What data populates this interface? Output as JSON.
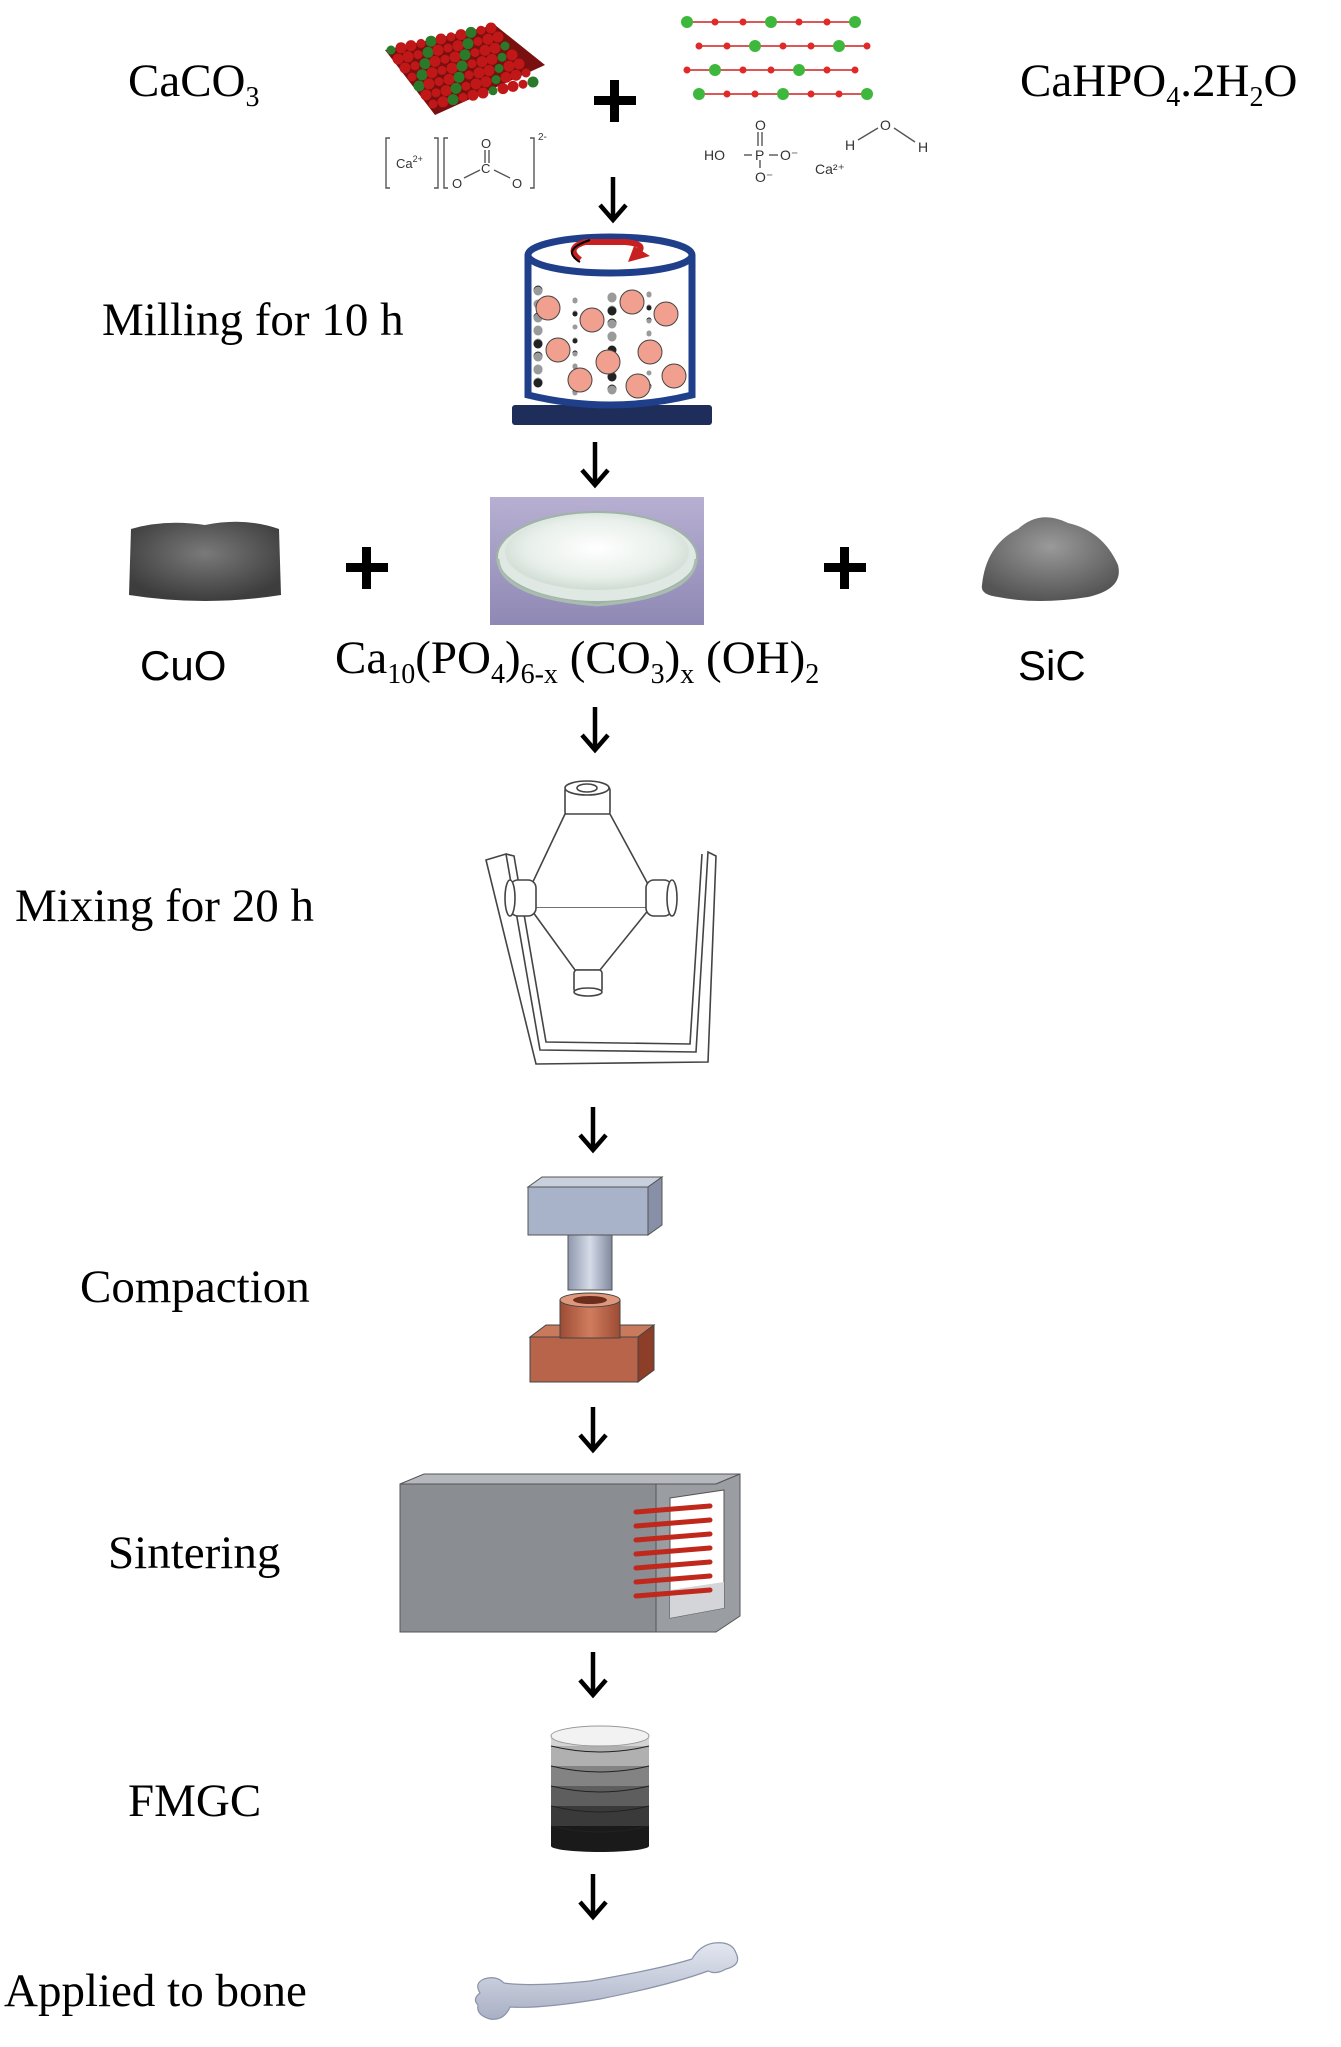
{
  "reactants": {
    "left": {
      "base": "CaCO",
      "sub1": "3"
    },
    "right": {
      "p1": "CaHPO",
      "s1": "4",
      "p2": ".2H",
      "s2": "2",
      "p3": "O"
    },
    "ion_ca": "Ca",
    "ion_ca_charge": "2+",
    "ion_carbonate_charge": "2-",
    "hydrogen_phosphate_left": "HO",
    "phosphorus": "P",
    "oxygen": "O",
    "oxygen_minus": "O⁻",
    "hydrogen": "H",
    "water_oxygen": "O",
    "carbonate_carbon": "C",
    "ca_ion_small": "Ca²⁺"
  },
  "steps": {
    "milling": "Milling for 10 h",
    "mixing": "Mixing for 20 h",
    "compaction": "Compaction",
    "sintering": "Sintering",
    "fmgc": "FMGC",
    "applied": "Applied to bone"
  },
  "additives": {
    "cuo": "CuO",
    "sic": "SiC"
  },
  "product": {
    "t1": "Ca",
    "s1": "10",
    "t2": "(PO",
    "s2": "4",
    "t3": ")",
    "s3": "6-x",
    "t4": " (CO",
    "s4": "3",
    "t5": ")",
    "s5": "x",
    "t6": " (OH)",
    "s6": "2"
  },
  "operators": {
    "plus": "+"
  },
  "colors": {
    "arrow": "#000000",
    "jar_outline": "#1f3f8a",
    "jar_base": "#1e2d5a",
    "milling_ball": "#f1a08f",
    "compaction_die": "#b8644a",
    "press_block": "#a8b2c8",
    "furnace": "#8a8d92",
    "heater": "#c0281c",
    "bone": "#c9cfdf"
  }
}
